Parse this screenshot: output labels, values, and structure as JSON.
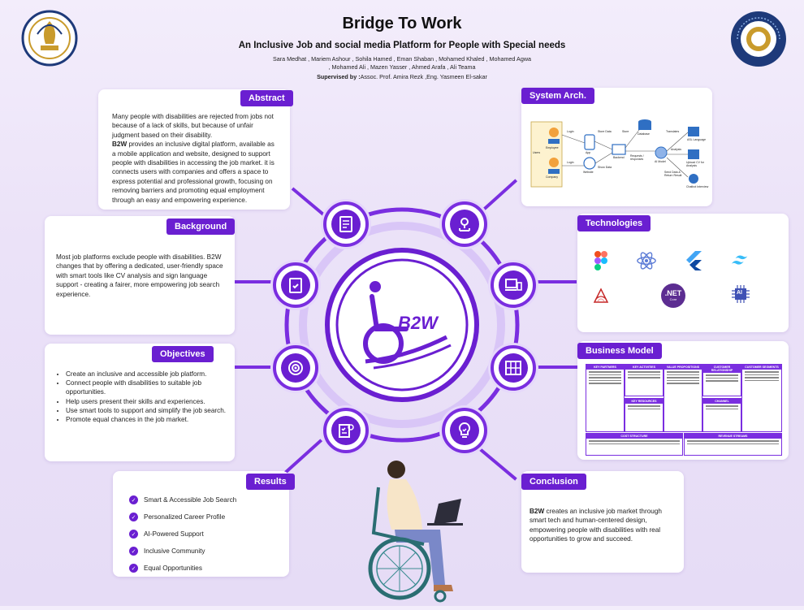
{
  "header": {
    "title": "Bridge To Work",
    "subtitle": "An Inclusive Job and social media Platform for People with Special needs",
    "authors_line1": "Sara Medhat , Mariem Ashour , Sohila Hamed , Eman Shaban , Mohamed Khaled , Mohamed Agwa",
    "authors_line2": ", Mohamed Ali , Mazen Yasser , Ahmed Arafa , Ali Teama",
    "supervised_label": "Supervised by :",
    "supervisors": "Assoc. Prof. Amira Rezk ,Eng. Yasmeen El-sakar"
  },
  "logos": {
    "left": "university-seal",
    "right": "faculty-seal"
  },
  "center": {
    "logo_text": "B2W"
  },
  "abstract": {
    "label": "Abstract",
    "p1": "Many people with disabilities are rejected from jobs not because of a lack of skills, but because of unfair judgment based on their disability.",
    "p2_bold": "B2W",
    "p2": " provides an inclusive digital platform, available as a mobile application and website, designed to support people with disabilities in accessing the job market. it is connects users with companies and offers a space to express potential and professional growth, focusing on removing barriers and promoting equal employment through an easy and empowering experience."
  },
  "background": {
    "label": "Background",
    "text": "Most job platforms exclude people with disabilities. B2W changes that by offering a dedicated, user-friendly space with smart tools like CV analysis and sign language support - creating a fairer, more empowering job search experience."
  },
  "objectives": {
    "label": "Objectives",
    "items": [
      "Create an inclusive and accessible job platform.",
      "Connect people with disabilities to suitable job opportunities.",
      "Help users present their skills and experiences.",
      "Use smart tools to support and simplify the job search.",
      "Promote equal chances in the job market."
    ]
  },
  "results": {
    "label": "Results",
    "items": [
      "Smart & Accessible Job Search",
      "Personalized Career Profile",
      "AI-Powered Support",
      "Inclusive Community",
      "Equal Opportunities"
    ]
  },
  "system_arch": {
    "label": "System Arch.",
    "nodes": {
      "users": "Users",
      "employee": "Employee",
      "company": "Company",
      "login1": "Login",
      "login2": "Login",
      "app": "App",
      "website": "Website",
      "store_data": "Store Data",
      "show_data": "Show Data",
      "backend": "Backend",
      "store": "Store",
      "database": "Database",
      "requests": "Requests / responses",
      "ai_model": "AI Model",
      "translates": "Translates",
      "sign_language": "ASL Language",
      "analysis": "Analysis",
      "analysis_out": "Upload CV for Analysis",
      "send_data": "Send Data & Return Result",
      "chatbot": "Chatbot Interview"
    }
  },
  "technologies": {
    "label": "Technologies",
    "icons": [
      "figma-icon",
      "react-icon",
      "flutter-icon",
      "tailwind-icon",
      "sql-server-icon",
      "dotnet-icon",
      "ai-chip-icon"
    ],
    "net_label": ".NET",
    "net_sub": "Core",
    "ai_label": "AI"
  },
  "business_model": {
    "label": "Business Model",
    "headers": [
      "KEY PARTNERS",
      "KEY ACTIVITIES",
      "VALUE PROPOSITIONS",
      "CUSTOMER RELATIONSHIP",
      "CUSTOMER SEGMENTS",
      "KEY RESOURCES",
      "CHANNEL",
      "COST STRUCTURE",
      "REVENUE STREAMS"
    ]
  },
  "conclusion": {
    "label": "Conclusion",
    "bold": "B2W",
    "text": " creates an inclusive job market through smart tech and human-centered design, empowering people with disabilities with real opportunities to grow and succeed."
  },
  "colors": {
    "accent": "#6a1fd1",
    "ring": "#7a2ee0",
    "background": "#ede5f9"
  }
}
